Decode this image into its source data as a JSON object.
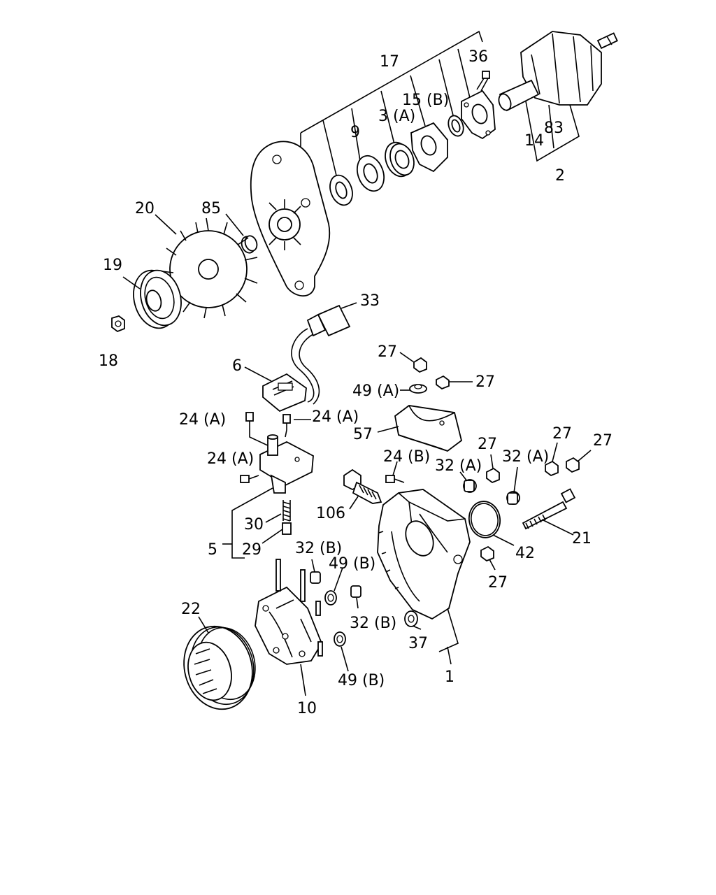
{
  "labels": {
    "l1": "1",
    "l2": "2",
    "l3a": "3 (A)",
    "l5": "5",
    "l6": "6",
    "l9": "9",
    "l10": "10",
    "l14": "14",
    "l15b": "15 (B)",
    "l17": "17",
    "l18": "18",
    "l19": "19",
    "l20": "20",
    "l21": "21",
    "l22": "22",
    "l24a1": "24 (A)",
    "l24a2": "24 (A)",
    "l24a3": "24 (A)",
    "l24b": "24 (B)",
    "l27a": "27",
    "l27b": "27",
    "l27c": "27",
    "l27d": "27",
    "l27e": "27",
    "l27f": "27",
    "l29": "29",
    "l30": "30",
    "l32a1": "32 (A)",
    "l32a2": "32 (A)",
    "l32b1": "32 (B)",
    "l32b2": "32 (B)",
    "l33": "33",
    "l36": "36",
    "l37": "37",
    "l42": "42",
    "l49a": "49 (A)",
    "l49b1": "49 (B)",
    "l49b2": "49 (B)",
    "l57": "57",
    "l83": "83",
    "l85": "85",
    "l106": "106"
  }
}
